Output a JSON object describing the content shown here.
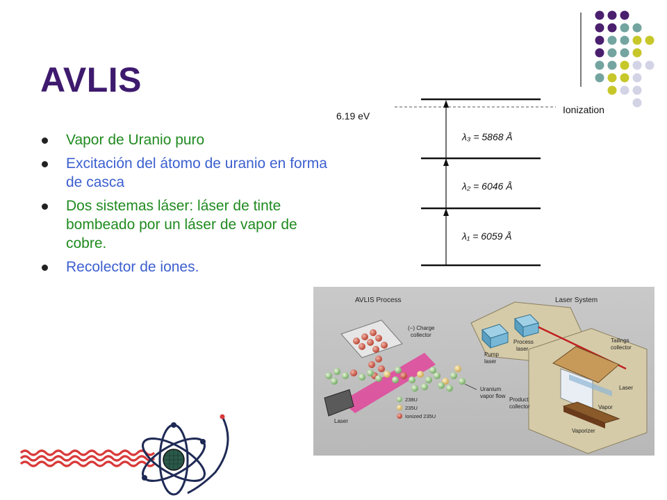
{
  "slide": {
    "title": "AVLIS",
    "bullets": [
      {
        "text": "Vapor de Uranio puro",
        "color": "#1f8a1f"
      },
      {
        "text": "Excitación del átomo de uranio en forma de casca",
        "color": "#3b5fcf"
      },
      {
        "text": "Dos sistemas láser: láser de tinte bombeado por un láser de vapor de cobre.",
        "color": "#1f8a1f"
      },
      {
        "text": "Recolector de iones.",
        "color": "#3b5fcf"
      }
    ]
  },
  "energy_diagram": {
    "ionization_energy": "6.19 eV",
    "ionization_label": "Ionization",
    "lambda3": "λ₃ = 5868 Å",
    "lambda2": "λ₂ = 6046 Å",
    "lambda1": "λ₁ = 6059 Å"
  },
  "process_image": {
    "left_title": "AVLIS Process",
    "right_title": "Laser System",
    "charge_collector": [
      "(−) Charge",
      "collector"
    ],
    "pump_laser": [
      "Pump",
      "laser"
    ],
    "process_laser": [
      "Process",
      "laser"
    ],
    "tailings_collector": [
      "Tailings",
      "collector"
    ],
    "laser_right": "Laser",
    "uranium_vapor_flow": [
      "Uranium",
      "vapor flow"
    ],
    "laser_left": "Laser",
    "u238": "238U",
    "u235": "235U",
    "ionized": "Ionized 235U",
    "product_collector": [
      "Product",
      "collector"
    ],
    "vapor": "Vapor",
    "vaporizer": "Vaporizer"
  },
  "colors": {
    "title": "#3e1a6e",
    "dot_purple": "#4a1f6e",
    "dot_teal": "#74a4a0",
    "dot_yellow": "#c7c72a",
    "dot_lavender": "#d3d3e6",
    "wave_red": "#d93a3a",
    "atom_navy": "#1f2a55"
  }
}
